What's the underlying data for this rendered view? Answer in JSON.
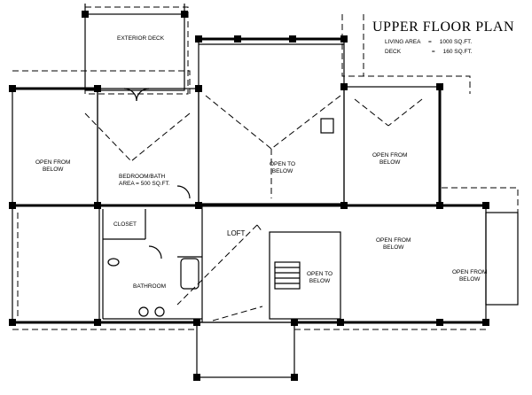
{
  "title": "UPPER FLOOR PLAN",
  "areas": [
    {
      "label": "LIVING AREA",
      "eq": "=",
      "value": "1000 SQ.FT."
    },
    {
      "label": "DECK",
      "eq": "=",
      "value": "160 SQ.FT."
    }
  ],
  "rooms": {
    "exterior_deck": "EXTERIOR DECK",
    "open_below_left": "OPEN FROM\nBELOW",
    "bedroom_bath_l1": "BEDROOM/BATH",
    "bedroom_bath_l2": "AREA = 500 SQ.FT.",
    "open_to_below_center": "OPEN TO\nBELOW",
    "open_below_right_top": "OPEN FROM\nBELOW",
    "closet": "CLOSET",
    "loft": "LOFT",
    "open_below_right_mid": "OPEN FROM\nBELOW",
    "open_below_far_right": "OPEN FROM\nBELOW",
    "open_to_below_stair": "OPEN TO\nBELOW",
    "bathroom": "BATHROOM"
  }
}
